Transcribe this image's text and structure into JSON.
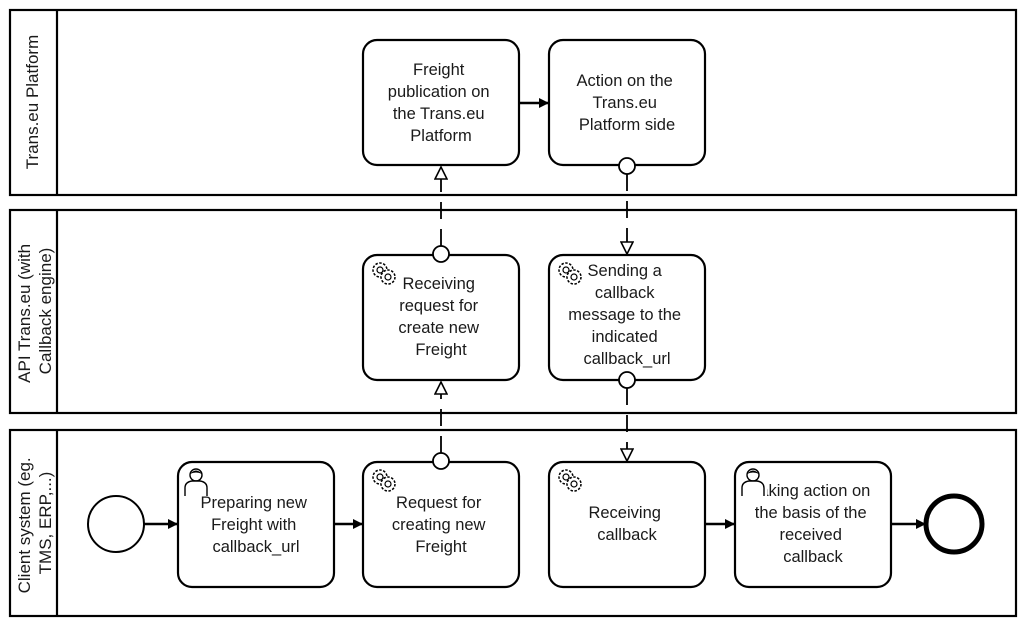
{
  "lanes": [
    {
      "id": "platform",
      "label_lines": [
        "Trans.eu Platform"
      ]
    },
    {
      "id": "api",
      "label_lines": [
        "API Trans.eu (with",
        "Callback engine)"
      ]
    },
    {
      "id": "client",
      "label_lines": [
        "Client system (eg.",
        "TMS, ERP,...)"
      ]
    }
  ],
  "tasks": [
    {
      "id": "publication",
      "type": "plain",
      "lines": [
        "Freight",
        "publication on",
        "the Trans.eu",
        "Platform"
      ]
    },
    {
      "id": "platform-action",
      "type": "plain",
      "lines": [
        "Action on the",
        "Trans.eu",
        "Platform side"
      ]
    },
    {
      "id": "receiving-request",
      "type": "service",
      "icon": "gears-icon",
      "lines": [
        "Receiving",
        "request for",
        "create new",
        "Freight"
      ]
    },
    {
      "id": "sending-callback",
      "type": "service",
      "icon": "gears-icon",
      "lines": [
        "Sending a",
        "callback",
        "message to the",
        "indicated",
        "callback_url"
      ]
    },
    {
      "id": "preparing-freight",
      "type": "user",
      "icon": "user-icon",
      "lines": [
        "Preparing new",
        "Freight with",
        "callback_url"
      ]
    },
    {
      "id": "request-freight",
      "type": "service",
      "icon": "gears-icon",
      "lines": [
        "Request for",
        "creating new",
        "Freight"
      ]
    },
    {
      "id": "receiving-callback",
      "type": "service",
      "icon": "gears-icon",
      "lines": [
        "Receiving",
        "callback"
      ]
    },
    {
      "id": "taking-action",
      "type": "user",
      "icon": "user-icon",
      "lines": [
        "Taking action on",
        "the basis of the",
        "received",
        "callback"
      ]
    }
  ],
  "events": [
    {
      "id": "start",
      "type": "start"
    },
    {
      "id": "end",
      "type": "end"
    }
  ],
  "flows": [
    {
      "from": "start",
      "to": "preparing-freight",
      "type": "sequence"
    },
    {
      "from": "preparing-freight",
      "to": "request-freight",
      "type": "sequence"
    },
    {
      "from": "request-freight",
      "to": "receiving-request",
      "type": "message"
    },
    {
      "from": "receiving-request",
      "to": "publication",
      "type": "message"
    },
    {
      "from": "publication",
      "to": "platform-action",
      "type": "sequence"
    },
    {
      "from": "platform-action",
      "to": "sending-callback",
      "type": "message"
    },
    {
      "from": "sending-callback",
      "to": "receiving-callback",
      "type": "message"
    },
    {
      "from": "receiving-callback",
      "to": "taking-action",
      "type": "sequence"
    },
    {
      "from": "taking-action",
      "to": "end",
      "type": "sequence"
    }
  ]
}
